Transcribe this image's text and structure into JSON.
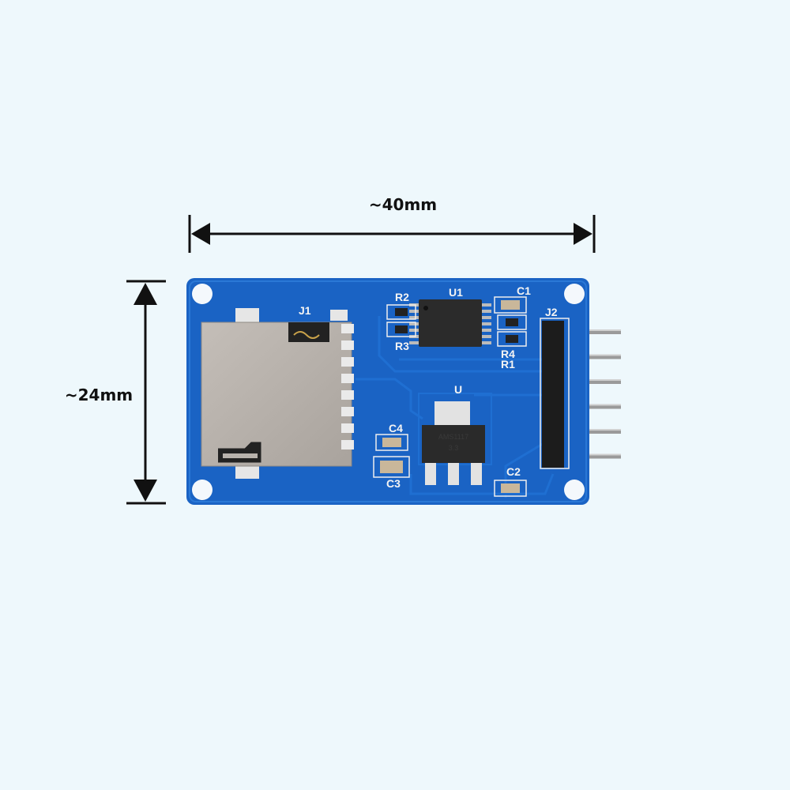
{
  "dimensions": {
    "width_label": "~40mm",
    "height_label": "~24mm"
  },
  "board": {
    "color": "#1a63c4",
    "silkscreen": {
      "j1": "J1",
      "j2": "J2",
      "u1": "U1",
      "u": "U",
      "r1": "R1",
      "r2": "R2",
      "r3": "R3",
      "r4": "R4",
      "c1": "C1",
      "c2": "C2",
      "c3": "C3",
      "c4": "C4"
    },
    "regulator_marking": [
      "AMS1117",
      "3.3"
    ],
    "header_pin_count": 6
  }
}
